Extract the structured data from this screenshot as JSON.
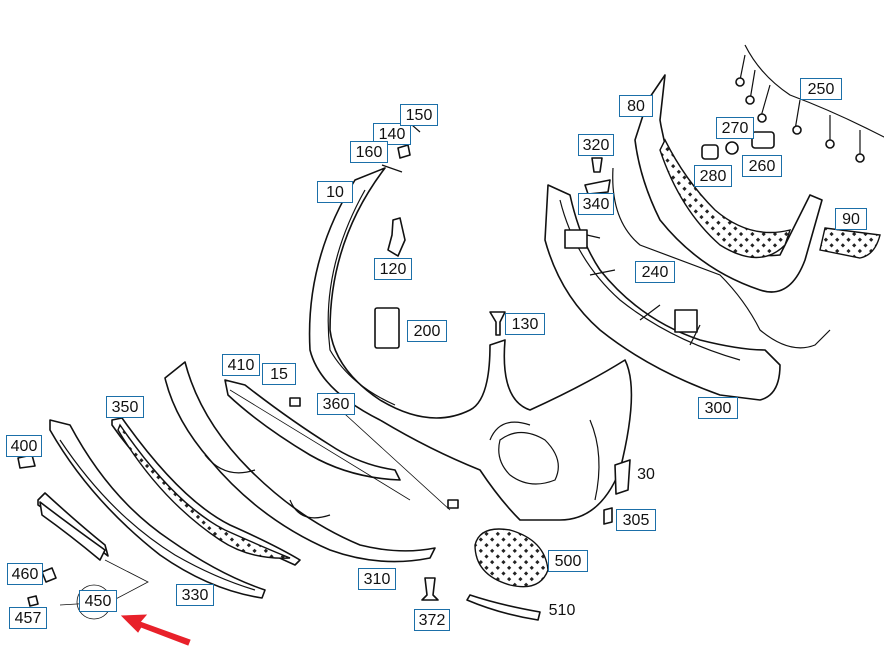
{
  "diagram": {
    "labels": {
      "p10": "10",
      "p15": "15",
      "p30": "30",
      "p80": "80",
      "p90": "90",
      "p120": "120",
      "p130": "130",
      "p140": "140",
      "p150": "150",
      "p160": "160",
      "p200": "200",
      "p240": "240",
      "p250": "250",
      "p260": "260",
      "p270": "270",
      "p280": "280",
      "p300": "300",
      "p305": "305",
      "p310": "310",
      "p320": "320",
      "p330": "330",
      "p340": "340",
      "p350": "350",
      "p360": "360",
      "p372": "372",
      "p400": "400",
      "p410": "410",
      "p450": "450",
      "p457": "457",
      "p460": "460",
      "p500": "500",
      "p510": "510"
    },
    "colors": {
      "label_border": "#1b6fa8",
      "highlight_arrow": "#e8212a",
      "line": "#111111"
    }
  }
}
